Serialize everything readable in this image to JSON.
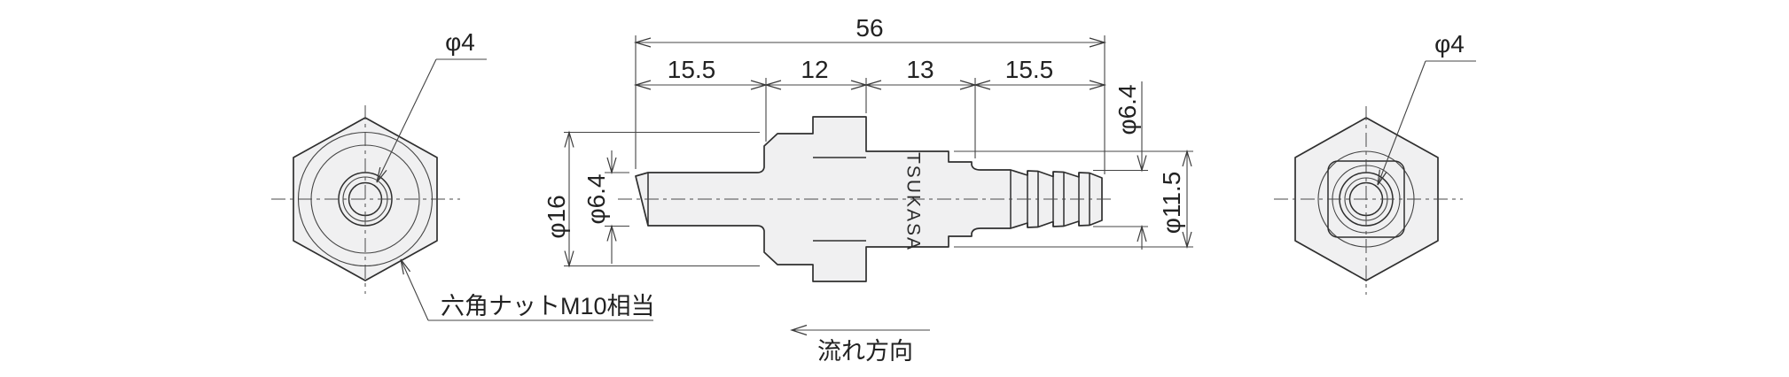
{
  "drawing": {
    "type": "technical-drawing-check-valve",
    "colors": {
      "background": "#ffffff",
      "outline": "#2f2f2f",
      "thin_line": "#444444",
      "part_fill": "#f0f0f1",
      "text": "#222222"
    },
    "dimensions": {
      "overall_length": "56",
      "seg_spigot": "15.5",
      "seg_flange_hex": "12",
      "seg_body": "13",
      "seg_barb": "15.5",
      "flange_dia": "φ16",
      "spigot_dia": "φ6.4",
      "barb_tip_dia": "φ6.4",
      "body_dia": "φ11.5",
      "hole_dia_left": "φ4",
      "hole_dia_right": "φ4"
    },
    "notes": {
      "hex_nut_note": "六角ナットM10相当",
      "flow_direction_label": "流れ方向"
    },
    "side_view": {
      "brand_marking": "TSUKASA"
    }
  }
}
